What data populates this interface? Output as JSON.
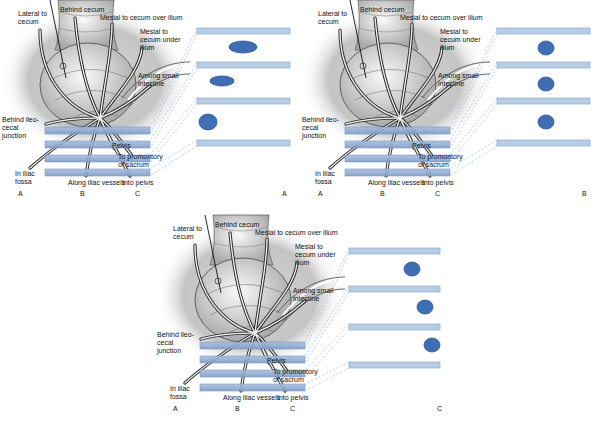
{
  "diagram": {
    "labels": [
      "Behind cecum",
      "Lateral to cecum",
      "Mesial to cecum over ilium",
      "Mesial to cecum under ilium",
      "Among small intestine",
      "Behind ileo-cecal junction",
      "Pelvis",
      "To promontory of sacrum",
      "In iliac fossa",
      "Along iliac vessels",
      "Into pelvis",
      "A",
      "B",
      "C",
      "A",
      "Behind cecum",
      "Lateral to cecum",
      "Mesial to cecum over ilium",
      "Mesial to cecum under ilium",
      "Among small intestine",
      "Behind ileo-cecal junction",
      "Pelvis",
      "To promontory of sacrum",
      "In iliac fossa",
      "Along iliac vessels",
      "Into pelvis",
      "A",
      "B",
      "C",
      "B",
      "Behind cecum",
      "Lateral to cecum",
      "Mesial to cecum over ilium",
      "Mesial to cecum under ilium",
      "Among small intestine",
      "Behind ileo-cecal junction",
      "Pelvis",
      "To promontory of sacrum",
      "In iliac fossa",
      "Along iliac vessels",
      "Into pelvis",
      "A",
      "B",
      "C",
      "C"
    ]
  }
}
